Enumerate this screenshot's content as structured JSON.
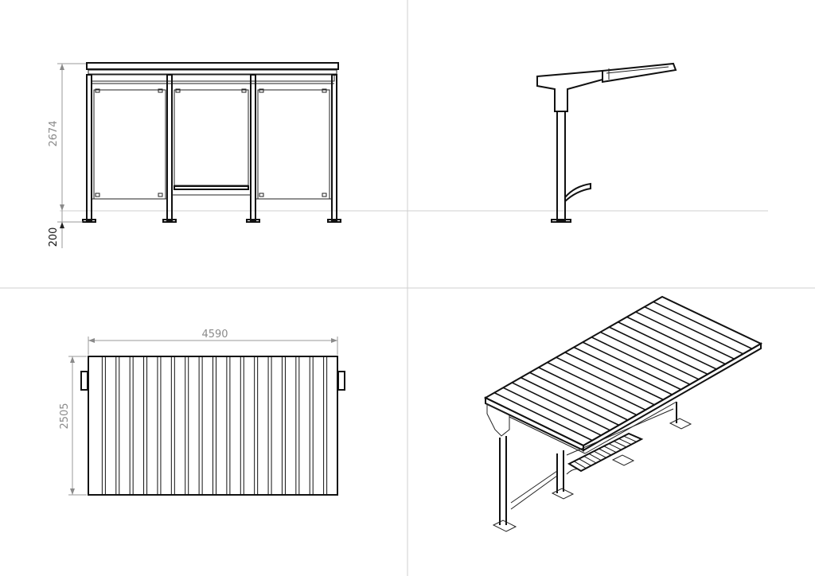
{
  "drawing": {
    "views": [
      {
        "name": "front-elevation"
      },
      {
        "name": "side-elevation"
      },
      {
        "name": "plan-view"
      },
      {
        "name": "isometric-view"
      }
    ],
    "dimensions": {
      "front_height": "2674",
      "front_clearance": "200",
      "plan_width": "4590",
      "plan_depth": "2505"
    },
    "colors": {
      "line": "#111111",
      "dimension": "#8a8a8a",
      "divider": "#cfcfcf"
    }
  }
}
